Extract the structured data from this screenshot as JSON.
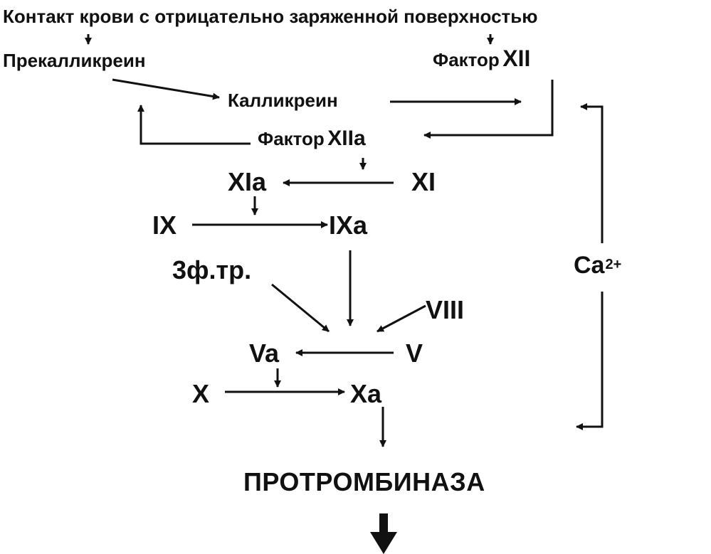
{
  "diagram": {
    "header": "Контакт крови с отрицательно заряженной поверхностью",
    "prekallikrein": "Прекалликреин",
    "factor_xii_prefix": "Фактор",
    "factor_xii_roman": "XII",
    "kallikrein": "Калликреин",
    "factor_xiia_prefix": "Фактор",
    "factor_xiia_roman": "XIIa",
    "xia": "XIa",
    "xi": "XI",
    "ix": "IX",
    "ixa": "IXa",
    "phospholipid": "3ф.тр.",
    "viii": "VIII",
    "va": "Va",
    "v": "V",
    "x": "X",
    "xa": "Xa",
    "calcium": "Ca",
    "calcium_charge": "2+",
    "prothrombinase": "ПРОТРОМБИНАЗА"
  },
  "colors": {
    "ink": "#111111",
    "background": "#ffffff"
  }
}
